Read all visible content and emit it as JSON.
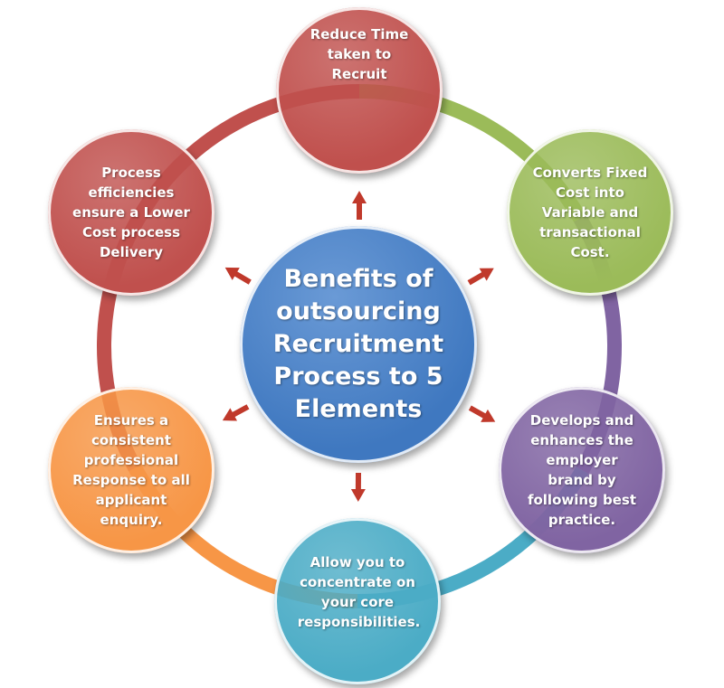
{
  "center": {
    "label": "Benefits of outsourcing Recruitment Process to 5 Elements",
    "color": "#3f78c0"
  },
  "nodes": [
    {
      "label": "Reduce Time taken to Recruit",
      "color": "#c0504d"
    },
    {
      "label": "Converts Fixed Cost into Variable and transactional Cost.",
      "color": "#9bbb59"
    },
    {
      "label": "Develops and enhances the employer brand by following best practice.",
      "color": "#8064a2"
    },
    {
      "label": "Allow you to concentrate on your core responsibilities.",
      "color": "#4bacc6"
    },
    {
      "label": "Ensures a consistent professional Response to all applicant enquiry.",
      "color": "#f79646"
    },
    {
      "label": "Process efficiencies ensure a Lower Cost process Delivery",
      "color": "#c0504d"
    }
  ],
  "arrow_color": "#c0392b"
}
